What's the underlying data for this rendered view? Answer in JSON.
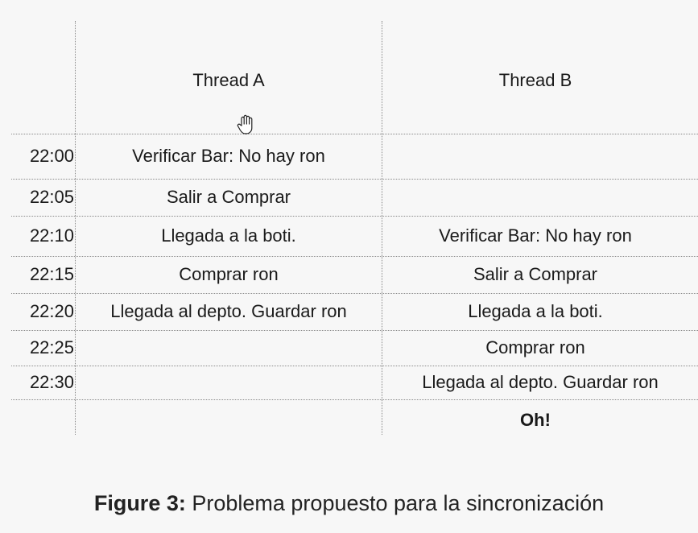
{
  "table": {
    "headers": {
      "col_a": "Thread A",
      "col_b": "Thread B"
    },
    "rows": [
      {
        "time": "22:00",
        "a": "Verificar Bar: No hay ron",
        "b": ""
      },
      {
        "time": "22:05",
        "a": "Salir a Comprar",
        "b": ""
      },
      {
        "time": "22:10",
        "a": "Llegada a la boti.",
        "b": "Verificar Bar: No hay ron"
      },
      {
        "time": "22:15",
        "a": "Comprar ron",
        "b": "Salir a Comprar"
      },
      {
        "time": "22:20",
        "a": "Llegada al depto. Guardar ron",
        "b": "Llegada a la boti."
      },
      {
        "time": "22:25",
        "a": "",
        "b": "Comprar ron"
      },
      {
        "time": "22:30",
        "a": "",
        "b": "Llegada al depto. Guardar ron"
      }
    ],
    "final": {
      "a": "",
      "b": "Oh!"
    }
  },
  "caption": {
    "label": "Figure 3:",
    "text": "Problema propuesto para la sincronización"
  }
}
